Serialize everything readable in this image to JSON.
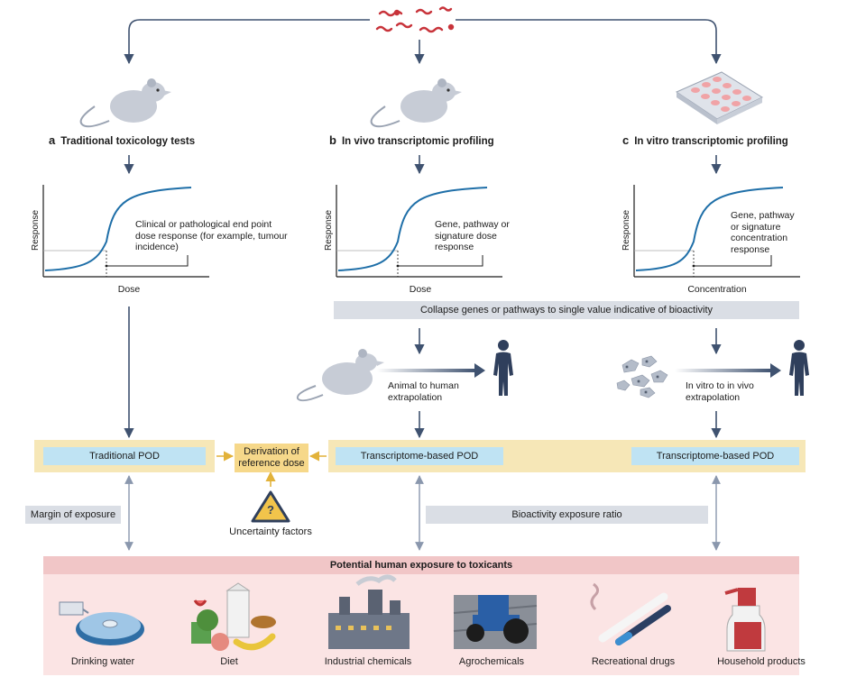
{
  "columns": {
    "a": {
      "letter": "a",
      "title": "Traditional toxicology tests",
      "curve_text": "Clinical or pathological end point dose response (for example, tumour incidence)",
      "x_label": "Dose",
      "y_label": "Response"
    },
    "b": {
      "letter": "b",
      "title": "In vivo transcriptomic profiling",
      "curve_text": "Gene, pathway or signature dose response",
      "x_label": "Dose",
      "y_label": "Response"
    },
    "c": {
      "letter": "c",
      "title": "In vitro transcriptomic profiling",
      "curve_text": "Gene, pathway or signature concentration response",
      "x_label": "Concentration",
      "y_label": "Response"
    }
  },
  "collapse_bar": "Collapse genes or pathways to single value indicative of bioactivity",
  "extrapolation": {
    "animal": "Animal to human extrapolation",
    "invitro": "In vitro to in vivo extrapolation"
  },
  "pod": {
    "traditional": "Traditional POD",
    "transcriptome_b": "Transcriptome-based POD",
    "transcriptome_c": "Transcriptome-based POD",
    "derivation": "Derivation of reference dose",
    "uncertainty": "Uncertainty factors",
    "uncertainty_symbol": "?"
  },
  "exposure": {
    "margin": "Margin of exposure",
    "bioactivity_ratio": "Bioactivity exposure ratio",
    "band_title": "Potential human exposure to toxicants"
  },
  "sources": [
    {
      "label": "Drinking water",
      "icon": "drinking-water-icon"
    },
    {
      "label": "Diet",
      "icon": "diet-icon"
    },
    {
      "label": "Industrial chemicals",
      "icon": "factory-icon"
    },
    {
      "label": "Agrochemicals",
      "icon": "tractor-icon"
    },
    {
      "label": "Recreational drugs",
      "icon": "cigarette-icon"
    },
    {
      "label": "Household products",
      "icon": "spray-bottle-icon"
    }
  ],
  "colors": {
    "arrow": "#3f5270",
    "curve": "#1f6fa8",
    "pod_blue": "#bfe3f3",
    "pod_yellow": "#f6e7b7",
    "exposure_pink": "#f1c6c7",
    "gray_bar": "#dadee5"
  }
}
